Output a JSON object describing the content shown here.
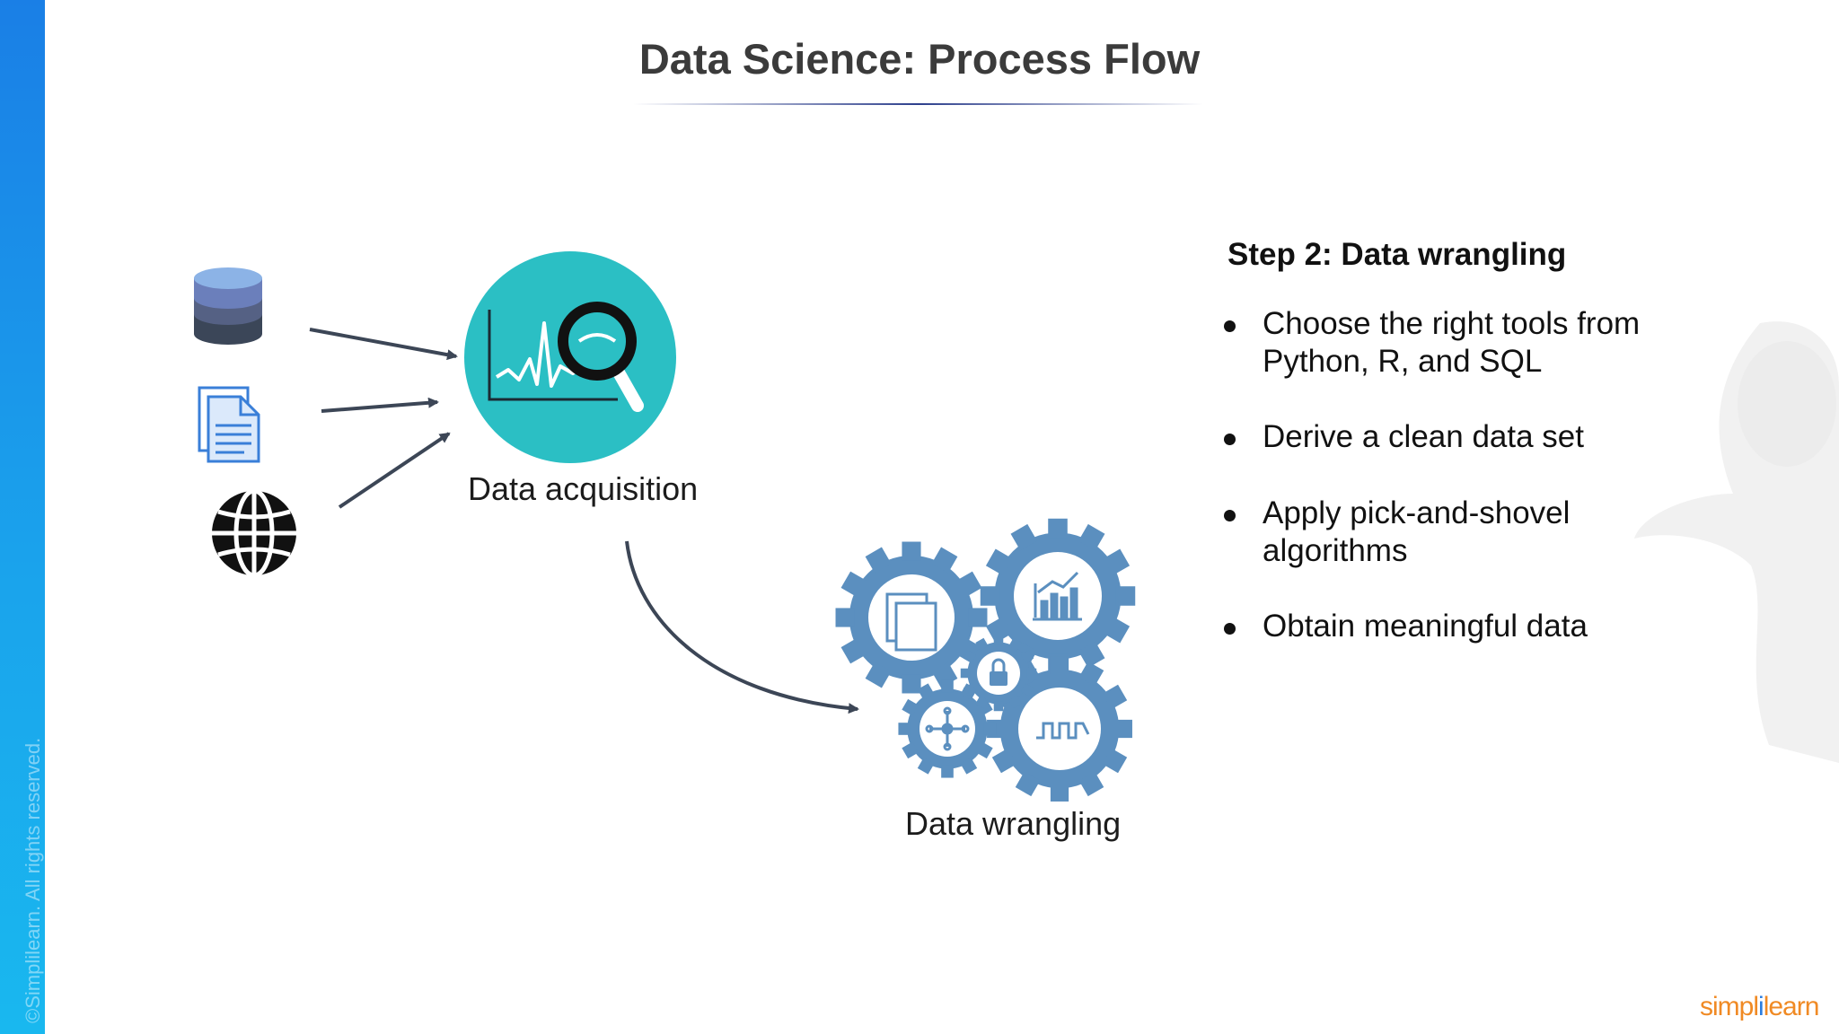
{
  "slide": {
    "title": "Data Science: Process Flow",
    "copyright": "©Simplilearn. All rights reserved."
  },
  "diagram": {
    "sources": [
      {
        "icon": "database-icon"
      },
      {
        "icon": "document-icon"
      },
      {
        "icon": "globe-icon"
      }
    ],
    "nodes": [
      {
        "label": "Data acquisition",
        "icon": "chart-magnifier-icon"
      },
      {
        "label": "Data wrangling",
        "icon": "gears-icon"
      }
    ]
  },
  "panel": {
    "step_title": "Step 2: Data wrangling",
    "bullets": [
      "Choose the right tools from Python, R, and SQL",
      "Derive a clean data set",
      "Apply pick-and-shovel algorithms",
      "Obtain meaningful data"
    ]
  },
  "brand": {
    "logo_left": "simpl",
    "logo_sep": "i",
    "logo_right": "learn"
  },
  "colors": {
    "sidebar": "#1a8fe8",
    "teal_circle": "#2bbfc4",
    "gear_blue": "#5b8fbf",
    "arrow": "#3c4656",
    "logo_orange": "#f08a24"
  }
}
